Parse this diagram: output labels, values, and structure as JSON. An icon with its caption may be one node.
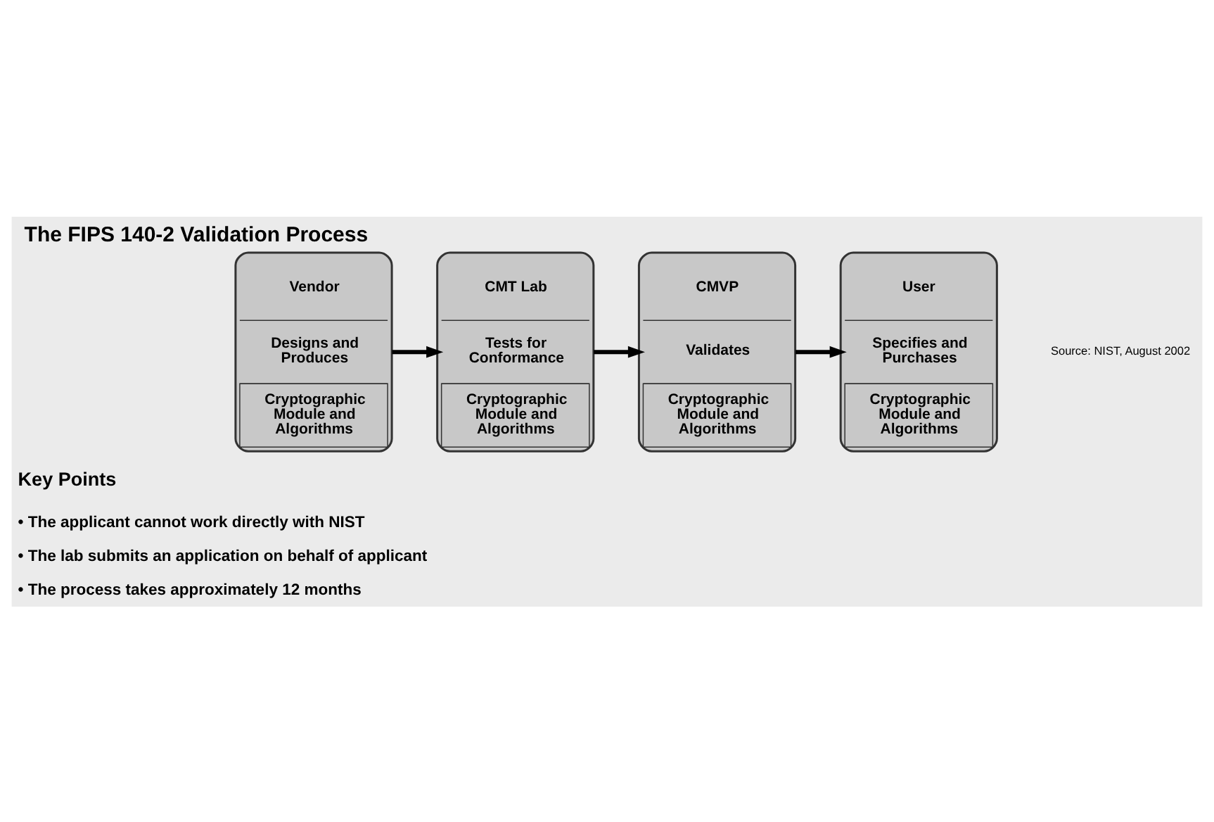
{
  "diagram": {
    "title": "The FIPS 140-2 Validation Process",
    "nodes": [
      {
        "text": [
          "Vendor",
          "Designs and Produces",
          "Cryptographic Module and Algorithms"
        ]
      },
      {
        "text": [
          "CMT Lab",
          "Tests for Conformance",
          "Cryptographic Module and Algorithms"
        ]
      },
      {
        "text": [
          "CMVP",
          "Validates",
          "Cryptographic Module and Algorithms"
        ]
      },
      {
        "text": [
          "User",
          "Specifies and Purchases",
          "Cryptographic Module and Algorithms"
        ]
      }
    ],
    "edges": [
      {
        "from": 0,
        "to": 1,
        "arrow": "to"
      },
      {
        "from": 1,
        "to": 2,
        "arrow": "to"
      },
      {
        "from": 2,
        "to": 3,
        "arrow": "to"
      }
    ],
    "labels": [
      "Source: NIST, August 2002",
      "Key Points",
      "• The applicant cannot work directly with NIST",
      "• The lab submits an application on behalf of applicant",
      "• The process takes approximately 12 months"
    ]
  }
}
